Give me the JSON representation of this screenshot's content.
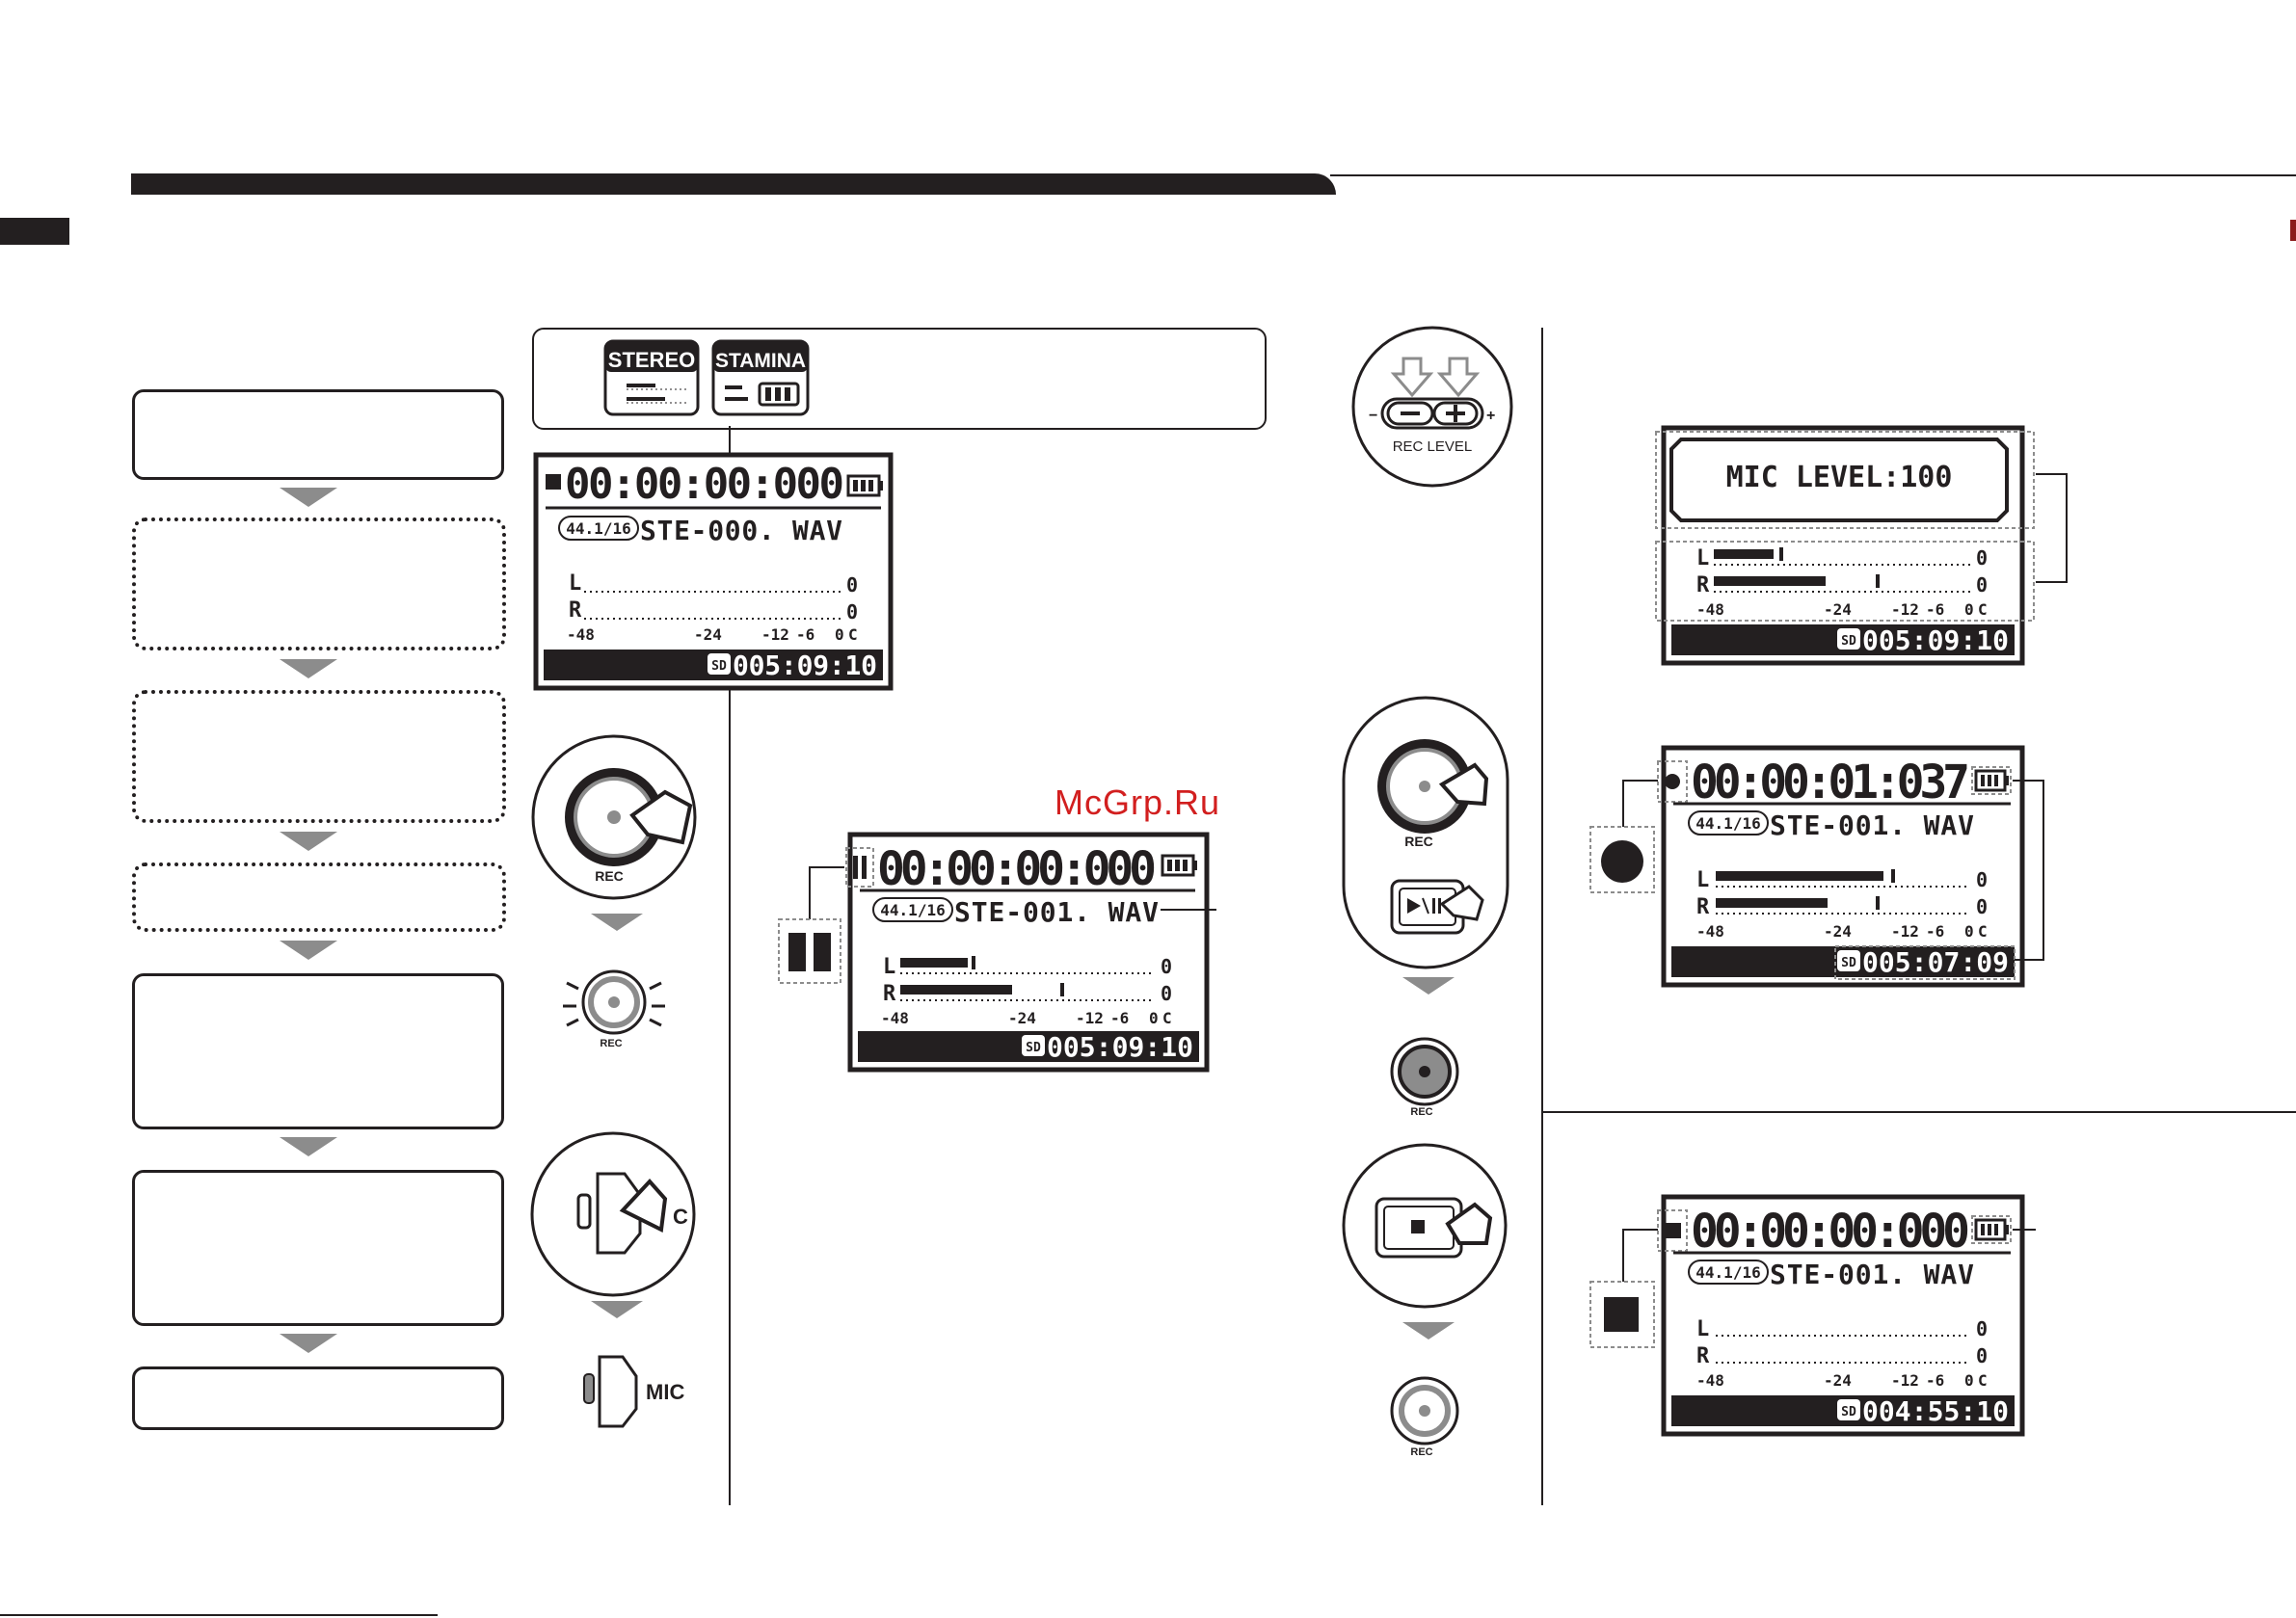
{
  "modes": {
    "stereo_label": "STEREO",
    "stamina_label": "STAMINA"
  },
  "lcd_standby": {
    "counter": "00:00:00:000",
    "format": "44.1/16",
    "filename": "STE-000. WAV",
    "remaining": "005:09:10"
  },
  "lcd_pause": {
    "counter": "00:00:00:000",
    "format": "44.1/16",
    "filename": "STE-001. WAV",
    "remaining": "005:09:10"
  },
  "lcd_miclevel": {
    "popup": "MIC LEVEL:100",
    "remaining": "005:09:10"
  },
  "lcd_recording": {
    "counter": "00:00:01:037",
    "format": "44.1/16",
    "filename": "STE-001. WAV",
    "remaining": "005:07:09"
  },
  "lcd_stopped": {
    "counter": "00:00:00:000",
    "format": "44.1/16",
    "filename": "STE-001. WAV",
    "remaining": "004:55:10"
  },
  "meter": {
    "left": "L",
    "right": "R",
    "peak": "0",
    "scale": [
      "-48",
      "-24",
      "-12",
      "-6",
      "0",
      "C"
    ],
    "sd": "SD"
  },
  "buttons": {
    "rec": "REC",
    "rec_level": "REC LEVEL",
    "minus": "−",
    "plus": "+",
    "mic": "MIC",
    "mic_c": "C"
  },
  "watermark": "McGrp.Ru",
  "colors": {
    "ink": "#231f20",
    "grey": "#808080",
    "arrow": "#8c8c8c",
    "watermark": "#d21f1f"
  }
}
